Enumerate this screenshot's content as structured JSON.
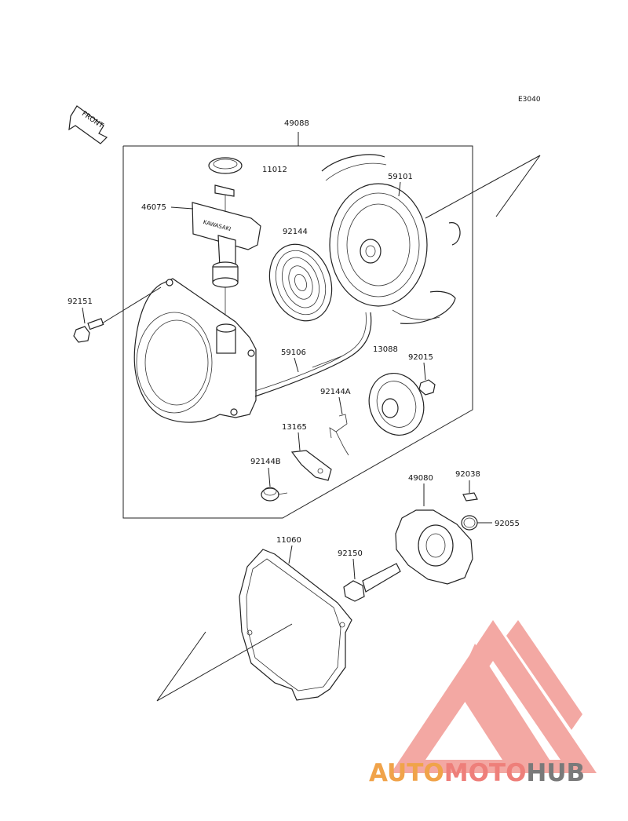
{
  "diagram_code": "E3040",
  "front_label": "FRONT",
  "parts": {
    "p49088": "49088",
    "p11012": "11012",
    "p59101": "59101",
    "p46075": "46075",
    "p92144": "92144",
    "p92151": "92151",
    "p59106": "59106",
    "p13088": "13088",
    "p92015": "92015",
    "p92144A": "92144A",
    "p13165": "13165",
    "p92144B": "92144B",
    "p49080": "49080",
    "p92038": "92038",
    "p92055": "92055",
    "p11060": "11060",
    "p92150": "92150"
  },
  "handle_text": "KAWASAKI",
  "watermark": {
    "part1": "AUTO",
    "part2": "MOTO",
    "part3": "HUB",
    "color_primary": "#f0a34a",
    "color_secondary": "#ee7f7a",
    "color_tertiary": "#7a7a7a"
  }
}
